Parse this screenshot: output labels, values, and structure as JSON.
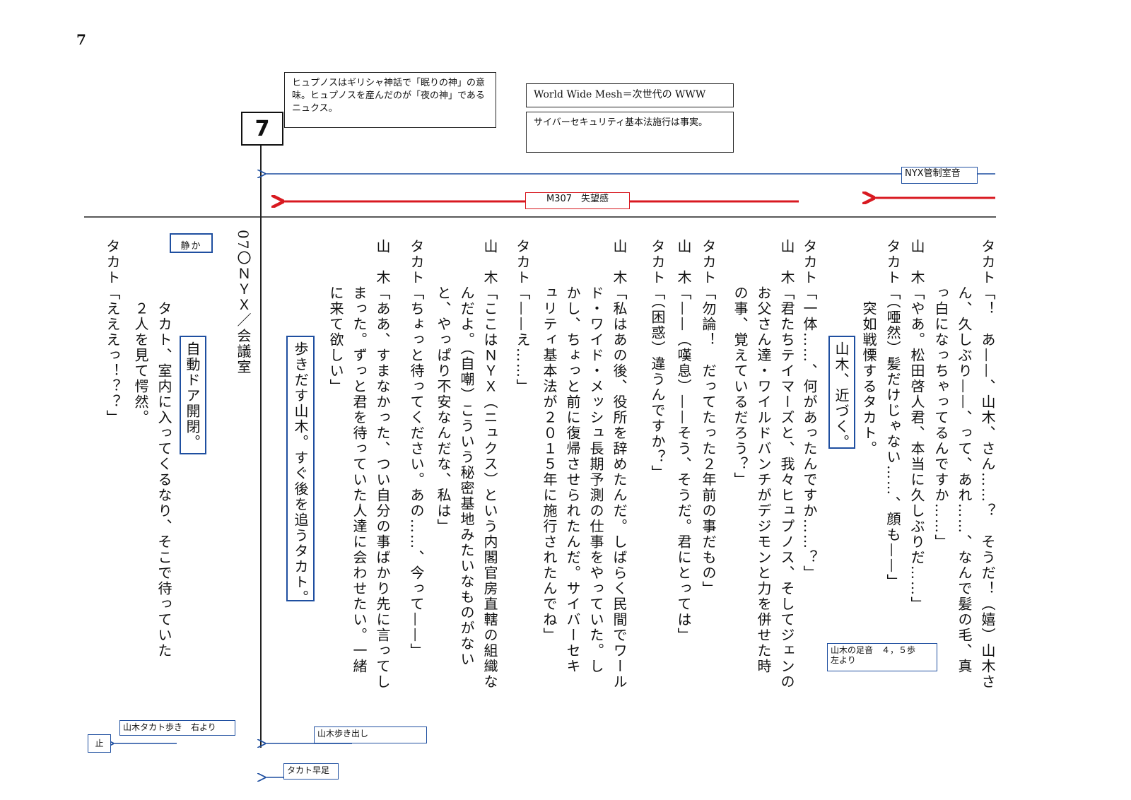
{
  "page": {
    "number": "7"
  },
  "scene": {
    "badge": "7"
  },
  "notes": {
    "hypnos": "ヒュプノスはギリシャ神話で「眠りの神」の意味。ヒュプノスを産んだのが「夜の神」であるニュクス。",
    "wwm": "World Wide Mesh＝次世代の WWW",
    "cyber": "サイバーセキュリティ基本法施行は事実。"
  },
  "cues": {
    "nyx_sound": "NYX管制室音",
    "music": "M307　失望感",
    "yamaki_steps": "山木の足音　４，５歩\n左より",
    "yamaki_walk": "山木歩き出し",
    "takato_fast": "タカト早足",
    "walk_right": "山木タカト歩き　右より",
    "stop": "止",
    "quiet": "静か"
  },
  "script": {
    "c1": "タカト「！　あ——、山木、さん……？　そうだ！（嬉）山木さ\n　　　ん、久しぶり——、って、あれ……、なんで髪の毛、真\n　　　っ白になっちゃってるんですか……」",
    "c2": "山　木「やあ。松田啓人君、本当に久しぶりだ……」",
    "c3": "タカト「（唖然）髪だけじゃない……、顔も——」",
    "c4": "　　　　突如戦慄するタカト。",
    "c5a": "　　　",
    "approach": "山木、近づく。",
    "c6": "タカト「一体……、何があったんですか……？」",
    "c7": "山　木「君たちテイマーズと、我々ヒュプノス、そしてジェンの\n　　　お父さん達・ワイルドバンチがデジモンと力を併せた時\n　　　の事、覚えているだろう？」",
    "c8": "タカト「勿論！　だってたった２年前の事だもの」",
    "c9": "山　木「——（嘆息）——そう、そうだ。君にとっては」",
    "c10": "タカト「（困惑）違うんですか？」",
    "c11": "山　木「私はあの後、役所を辞めたんだ。しばらく民間でワール\n　　　ド・ワイド・メッシュ長期予測の仕事をやっていた。し\n　　　かし、ちょっと前に復帰させられたんだ。サイバーセキ\n　　　ュリティ基本法が２０１５年に施行されたんでね」",
    "c12": "タカト「——え……」",
    "c13": "山　木「ここはＮＹＸ（ニュクス）という内閣官房直轄の組織な\n　　　んだよ。（自嘲）こういう秘密基地みたいなものがない\n　　　と、やっぱり不安なんだな、私は」",
    "c14": "タカト「ちょっと待ってください。あの……、今って——」",
    "c15": "山　木「ああ、すまなかった、つい自分の事ばかり先に言ってし\n　　　まった。ずっと君を待っていた人達に会わせたい。一緒\n　　　に来て欲しい」",
    "walk": "歩きだす山木。すぐ後を追うタカト。",
    "heading": "07〇ＮＹＸ／会議室",
    "door": "自動ドア開閉。",
    "c16": "　　　　タカト、室内に入ってくるなり、そこで待っていた\n　　　　２人を見て愕然。",
    "c17": "タカト「えええっ！？？」"
  }
}
